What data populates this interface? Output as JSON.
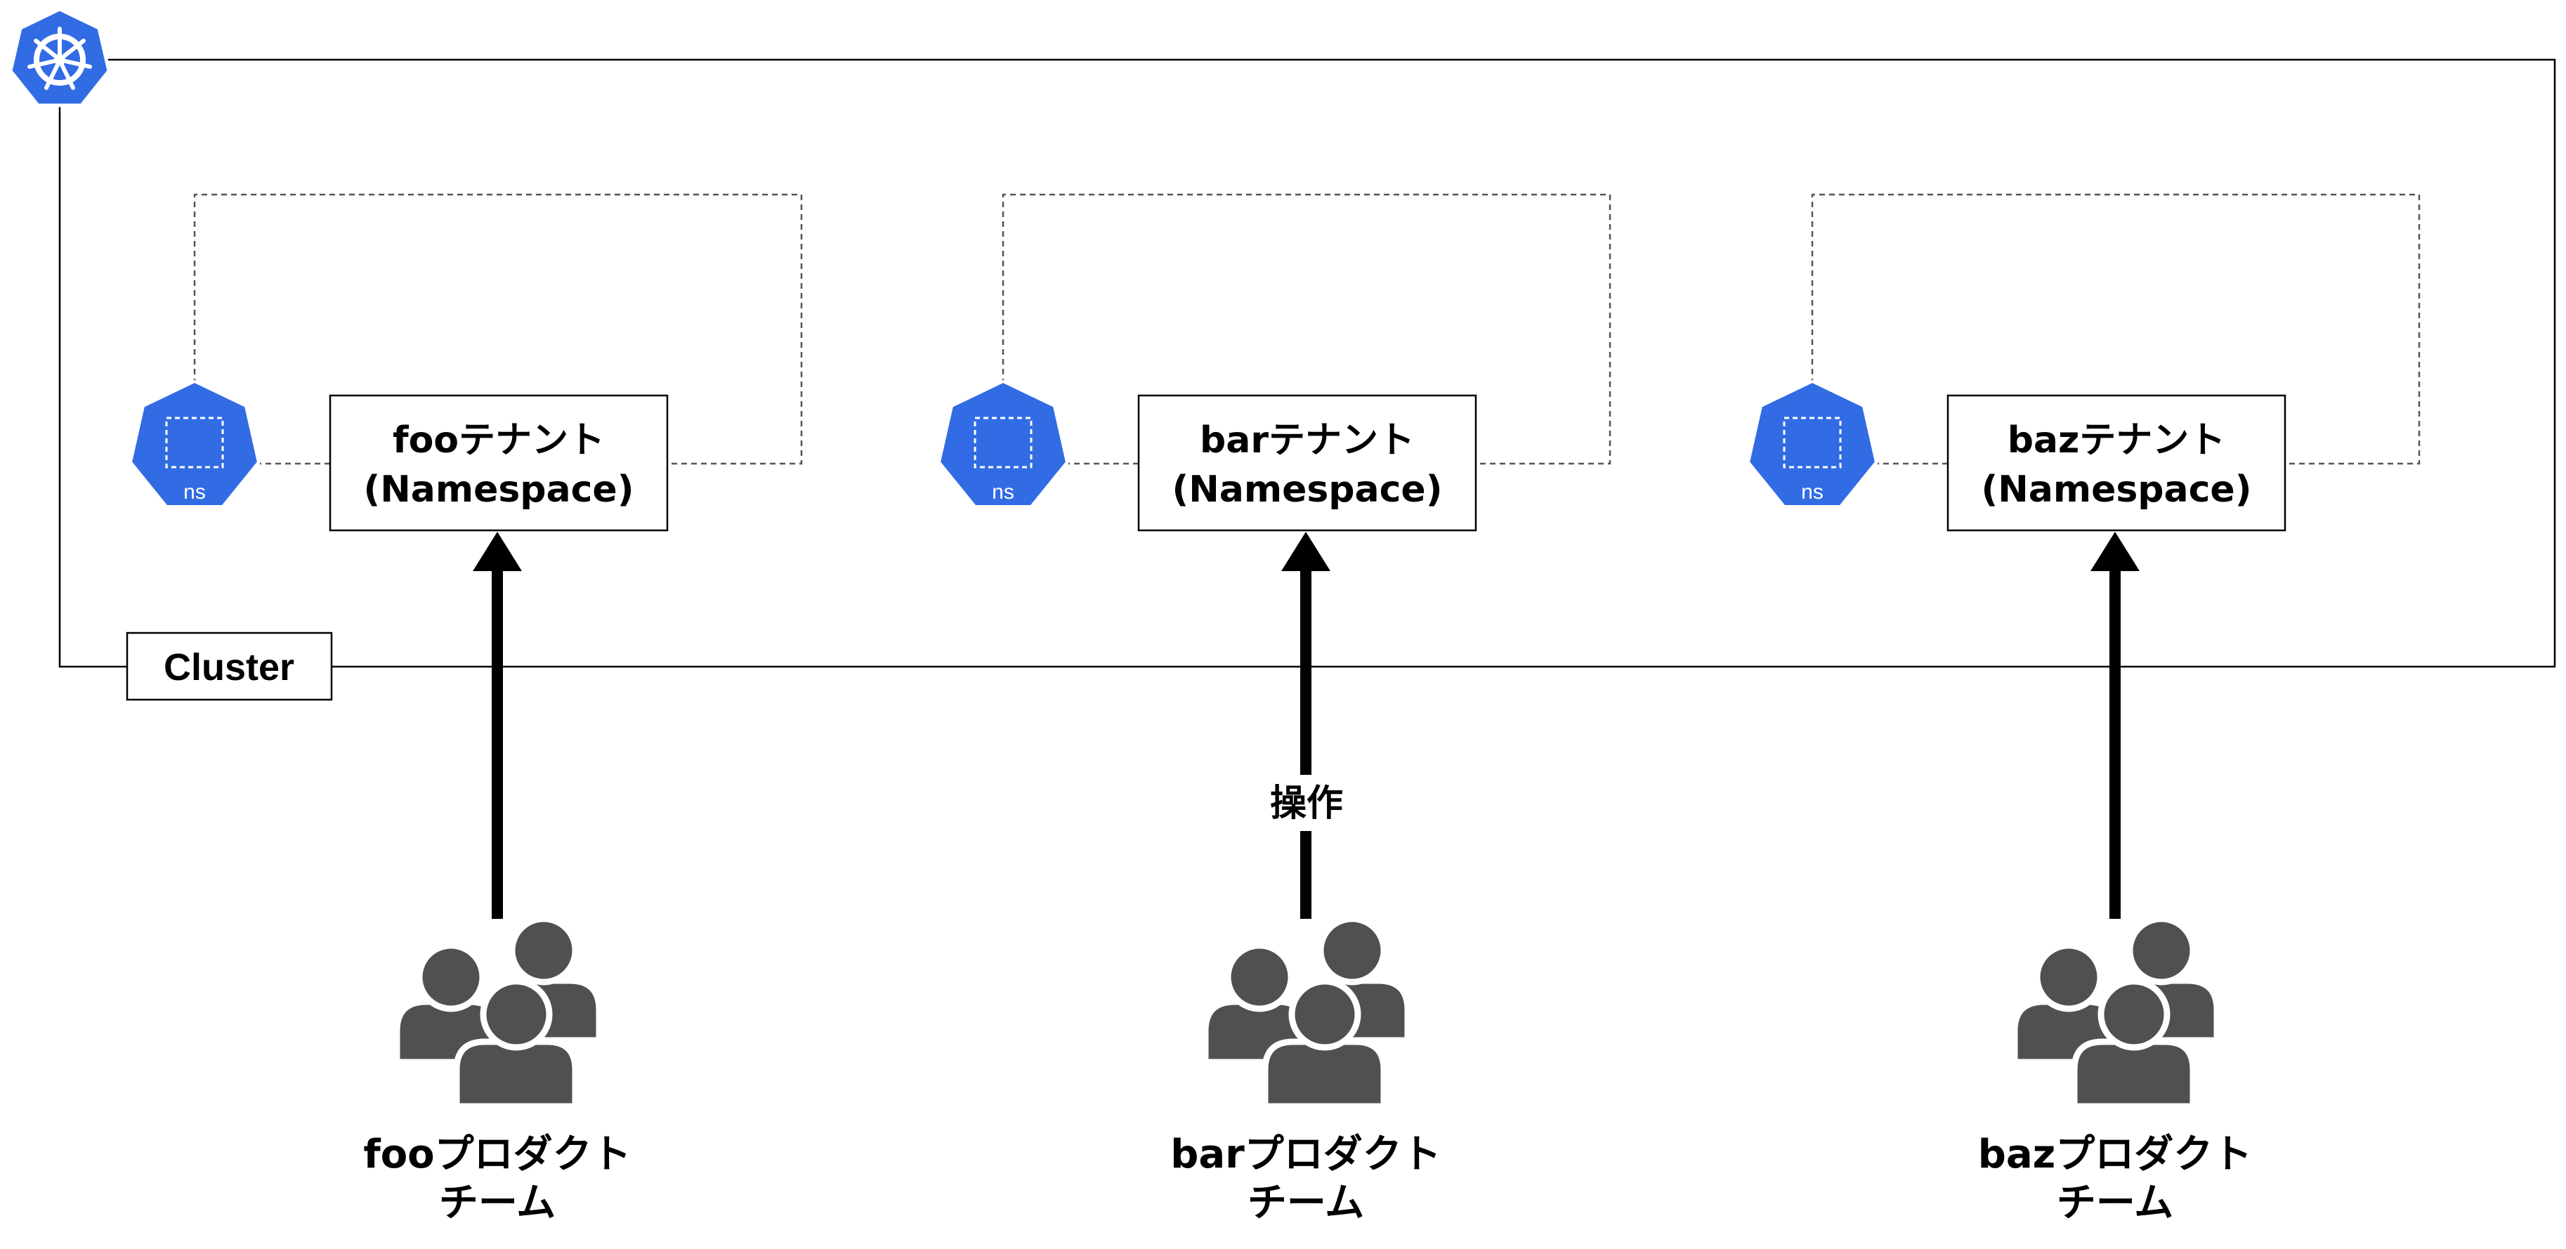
{
  "cluster": {
    "label": "Cluster",
    "logo_icon": "kubernetes-helm-icon",
    "accent_color": "#326CE5"
  },
  "namespace_icon": {
    "label": "ns",
    "icon": "kubernetes-namespace-icon",
    "color": "#326CE5"
  },
  "tenants": [
    {
      "line1": "fooテナント",
      "line2": "(Namespace)"
    },
    {
      "line1": "barテナント",
      "line2": "(Namespace)"
    },
    {
      "line1": "bazテナント",
      "line2": "(Namespace)"
    }
  ],
  "teams": [
    {
      "line1": "fooプロダクト",
      "line2": "チーム",
      "icon": "users-group-icon"
    },
    {
      "line1": "barプロダクト",
      "line2": "チーム",
      "icon": "users-group-icon"
    },
    {
      "line1": "bazプロダクト",
      "line2": "チーム",
      "icon": "users-group-icon"
    }
  ],
  "operation_label": "操作",
  "colors": {
    "people": "#505050",
    "line": "#000000",
    "dashed": "#555555"
  }
}
